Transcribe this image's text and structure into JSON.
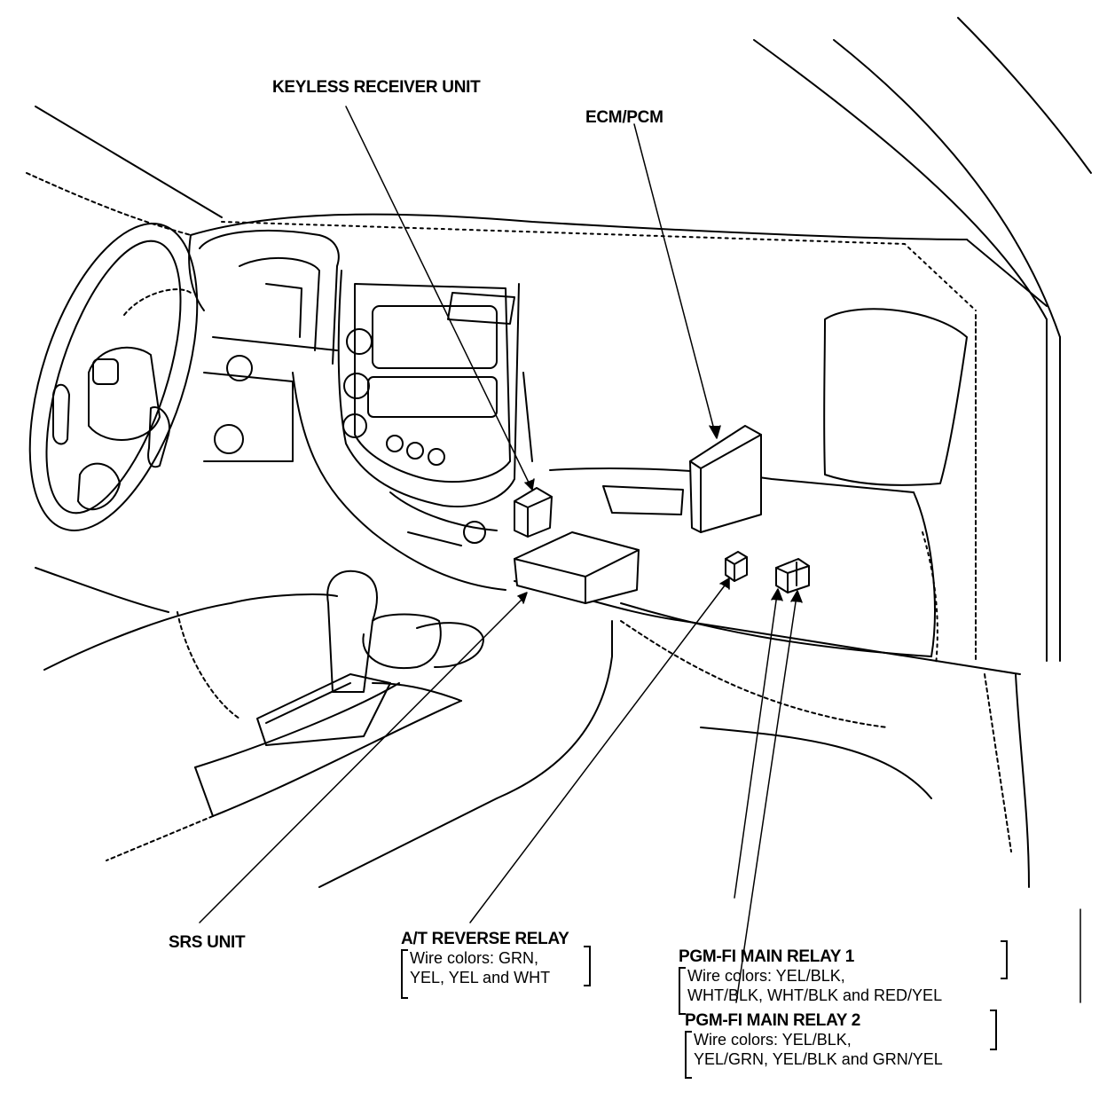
{
  "labels": {
    "keyless": "KEYLESS RECEIVER UNIT",
    "ecm": "ECM/PCM",
    "srs": "SRS UNIT",
    "at_relay": {
      "title": "A/T REVERSE RELAY",
      "line1": "Wire colors: GRN,",
      "line2": "YEL, YEL and WHT"
    },
    "pgm1": {
      "title": "PGM-FI MAIN RELAY 1",
      "line1": "Wire colors: YEL/BLK,",
      "line2": "WHT/BLK, WHT/BLK and RED/YEL"
    },
    "pgm2": {
      "title": "PGM-FI MAIN RELAY 2",
      "line1": "Wire colors: YEL/BLK,",
      "line2": "YEL/GRN, YEL/BLK and GRN/YEL"
    }
  }
}
